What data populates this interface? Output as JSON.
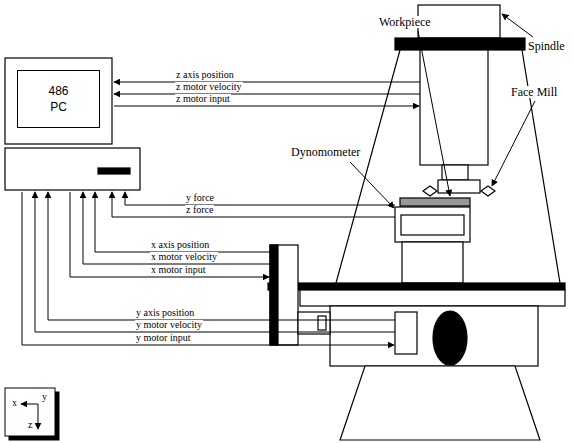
{
  "diagram": {
    "nodes": [
      {
        "text": [
          "486 PC"
        ]
      }
    ],
    "labels": [
      "Spindle",
      "z axis position",
      "z motor velocity",
      "z motor input",
      "Workpiece",
      "Face Mill",
      "Dynomometer",
      "y force",
      "z force",
      "x axis position",
      "x motor velocity",
      "x motor input",
      "y axis position",
      "y motor velocity",
      "y motor input",
      "x",
      "y",
      "z"
    ]
  }
}
